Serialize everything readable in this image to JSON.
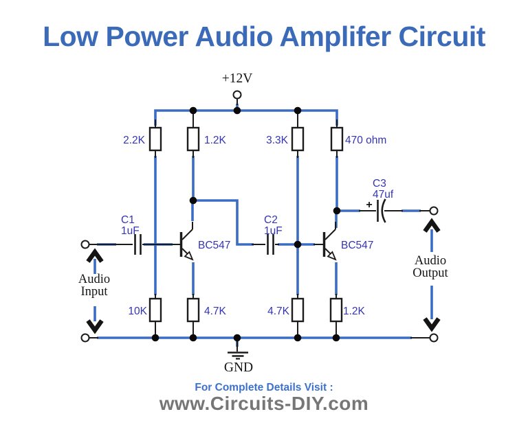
{
  "title": "Low Power Audio Amplifer Circuit",
  "colors": {
    "wire_blue": "#3b6cc4",
    "component_label_blue": "#3434b4",
    "title_blue": "#3a6ab8",
    "footer_blue": "#3d71cc",
    "footer_gray": "#767676"
  },
  "power_rail": {
    "label": "+12V"
  },
  "ground": {
    "label": "GND"
  },
  "ports": {
    "input": {
      "line1": "Audio",
      "line2": "Input"
    },
    "output": {
      "line1": "Audio",
      "line2": "Output"
    }
  },
  "components": {
    "resistors": {
      "r1": "2.2K",
      "r2": "1.2K",
      "r3": "3.3K",
      "r4": "470 ohm",
      "r5": "10K",
      "r6": "4.7K",
      "r7": "4.7K",
      "r8": "1.2K"
    },
    "capacitors": {
      "c1_ref": "C1",
      "c1_val": "1uF",
      "c2_ref": "C2",
      "c2_val": "1uF",
      "c3_ref": "C3",
      "c3_val": "47uf",
      "c3_polarity": "+"
    },
    "transistors": {
      "q1": "BC547",
      "q2": "BC547"
    }
  },
  "footer": {
    "line1": "For Complete Details Visit :",
    "line2": "www.Circuits-DIY.com"
  }
}
